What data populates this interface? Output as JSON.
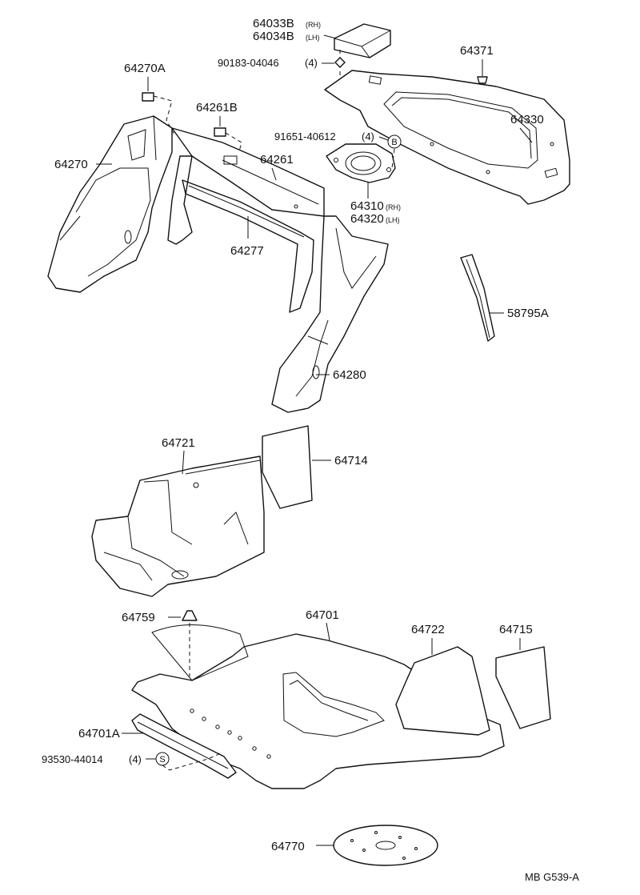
{
  "labels": {
    "p64033B": "64033B",
    "p64033B_side": "(RH)",
    "p64034B": "64034B",
    "p64034B_side": "(LH)",
    "p64371": "64371",
    "p90183": "90183-04046",
    "p90183_qty": "(4)",
    "p64270A": "64270A",
    "p64261B": "64261B",
    "p64330": "64330",
    "p91651": "91651-40612",
    "p91651_qty": "(4)",
    "p91651_mark": "B",
    "p64270": "64270",
    "p64261": "64261",
    "p64310": "64310",
    "p64310_side": "(RH)",
    "p64320": "64320",
    "p64320_side": "(LH)",
    "p64277": "64277",
    "p58795A": "58795A",
    "p64280": "64280",
    "p64721": "64721",
    "p64714": "64714",
    "p64759": "64759",
    "p64701": "64701",
    "p64722": "64722",
    "p64715": "64715",
    "p64701A": "64701A",
    "p93530": "93530-44014",
    "p93530_qty": "(4)",
    "p93530_mark": "S",
    "p64770": "64770"
  },
  "diagram_ref": "MB G539-A"
}
